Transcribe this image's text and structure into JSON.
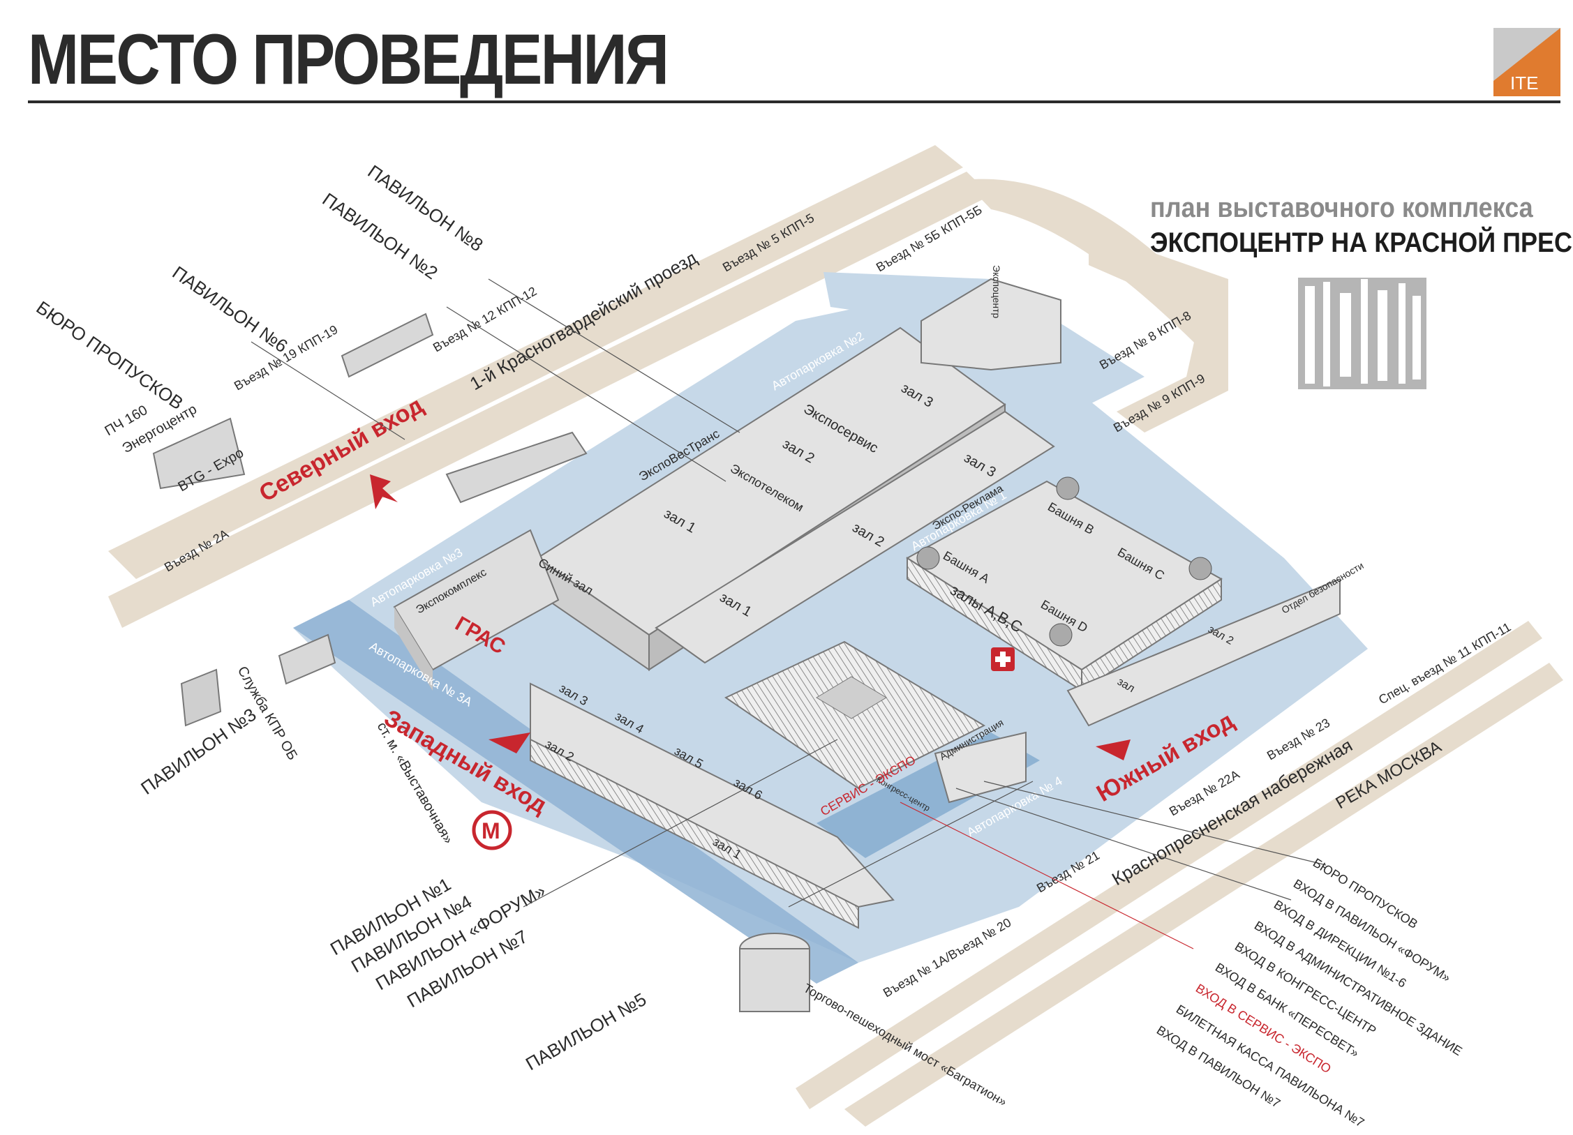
{
  "title": "МЕСТО ПРОВЕДЕНИЯ",
  "logo_text": "ITE",
  "plan_caption": {
    "line1": "план выставочного комплекса",
    "line2": "ЭКСПОЦЕНТР НА КРАСНОЙ ПРЕСНЕ"
  },
  "colors": {
    "accent_red": "#c8262e",
    "road": "#e6dccd",
    "parking": "#c6d8e8",
    "entry_band": "#8fb3d3",
    "building": "#e3e3e3",
    "text": "#2b2b2b"
  },
  "icons": {
    "first_aid": "red-cross-icon",
    "metro": "metro-m-icon",
    "logo": "ite-logo-icon"
  },
  "streets": {
    "north": "1-й Красногвардейский проезд",
    "south": "Краснопресненская набережная",
    "river": "РЕКА МОСКВА"
  },
  "entrances": {
    "north": "Северный вход",
    "west": "Западный вход",
    "south": "Южный вход"
  },
  "gates": {
    "g5": "Въезд № 5 КПП-5",
    "g5b": "Въезд № 5Б КПП-5Б",
    "g12": "Въезд № 12 КПП-12",
    "g19": "Въезд № 19 КПП-19",
    "g8": "Въезд № 8 КПП-8",
    "g9": "Въезд № 9 КПП-9",
    "g2a": "Въезд № 2А",
    "g11": "Спец. въезд № 11 КПП-11",
    "g23": "Въезд № 23",
    "g22a": "Въезд № 22А",
    "g21": "Въезд № 21",
    "g1a20": "Въезд № 1А/Въезд № 20"
  },
  "parking": {
    "p1": "Автопарковка № 1",
    "p2": "Автопарковка №2",
    "p3": "Автопарковка №3",
    "p3a": "Автопарковка № 3А",
    "p4": "Автопарковка № 4"
  },
  "halls": {
    "p8_hall3": "зал 3",
    "p8_hall2": "зал 2",
    "p2_hall1": "зал 1",
    "p2_hall3": "зал 3",
    "p2_hall2": "зал 2",
    "p2_hall1b": "зал 1",
    "forum": "залы A,B,C",
    "towerA": "Башня A",
    "towerB": "Башня B",
    "towerC": "Башня C",
    "towerD": "Башня D",
    "h7_3": "зал 3",
    "h7_4": "зал 4",
    "h7_5": "зал 5",
    "h7_6": "зал 6",
    "h7_2": "зал 2",
    "h7_1": "зал 1",
    "sb_2": "зал 2",
    "sb_zal": "зал"
  },
  "companies": {
    "exposervice": "Экспосервис",
    "expovestrans": "ЭкспоВесТранс",
    "expotelecom": "Экспотелеком",
    "blue_hall": "Синий зал",
    "expocomplex": "Экспокомплекс",
    "gras": "ГРАС",
    "expo_reklama": "Экспо-Реклама",
    "expocentre_bld": "Экспоцентр",
    "security": "Отдел безопасности",
    "administration": "Администрация",
    "congress": "Конгресс-центр",
    "service_expo": "СЕРВИС - ЭКСПО"
  },
  "left_labels": {
    "pav8": "ПАВИЛЬОН №8",
    "pav2": "ПАВИЛЬОН №2",
    "pav6": "ПАВИЛЬОН №6",
    "bureau": "БЮРО ПРОПУСКОВ",
    "ps160": "ПЧ 160",
    "energo": "Энергоцентр",
    "btg": "BTG - Expo",
    "pav3": "ПАВИЛЬОН №3",
    "kpr": "Служба КПР ОБ",
    "metro_station": "ст. м. «Выставочная»"
  },
  "bottom_left_labels": {
    "pav1": "ПАВИЛЬОН №1",
    "pav4": "ПАВИЛЬОН №4",
    "forum": "ПАВИЛЬОН «ФОРУМ»",
    "pav7": "ПАВИЛЬОН №7",
    "pav5": "ПАВИЛЬОН №5",
    "bridge": "Торгово-пешеходный мост «Багратион»"
  },
  "bottom_right_labels": [
    "БЮРО ПРОПУСКОВ",
    "ВХОД В ПАВИЛЬОН «ФОРУМ»",
    "ВХОД В ДИРЕКЦИИ №1-6",
    "ВХОД В АДМИНИСТРАТИВНОЕ ЗДАНИЕ",
    "ВХОД В КОНГРЕСС-ЦЕНТР",
    "ВХОД В БАНК «ПЕРЕСВЕТ»",
    "ВХОД В СЕРВИС - ЭКСПО",
    "БИЛЕТНАЯ КАССА ПАВИЛЬОНА №7",
    "ВХОД В ПАВИЛЬОН №7"
  ]
}
